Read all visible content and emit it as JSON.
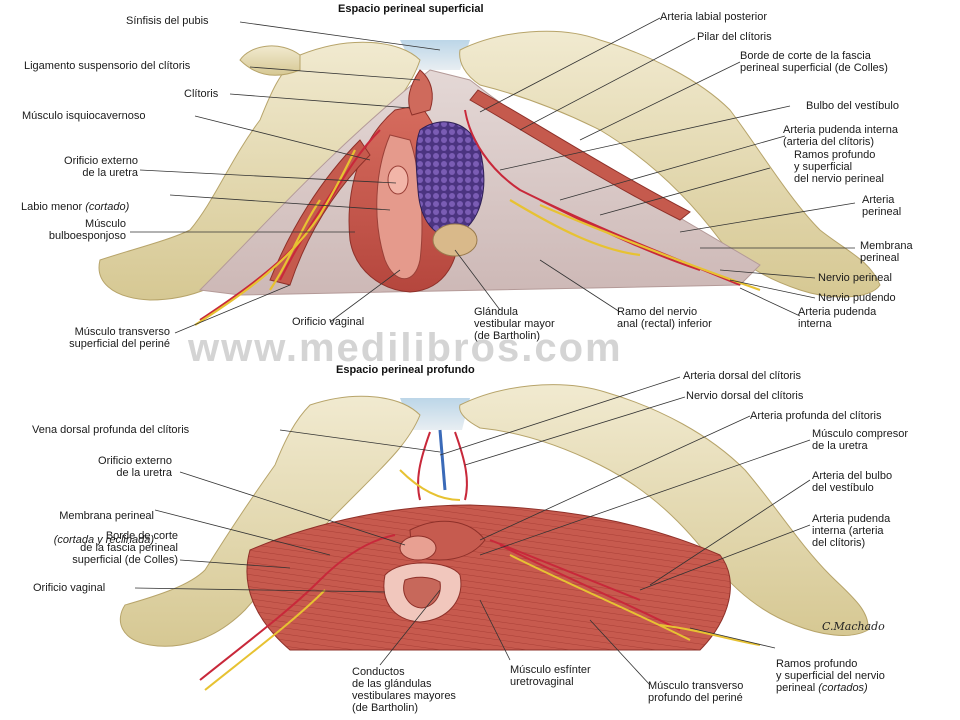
{
  "panels": {
    "top": {
      "title": "Espacio perineal superficial"
    },
    "bottom": {
      "title": "Espacio perineal profundo"
    }
  },
  "watermark": "www.medilibros.com",
  "signature": "C.Machado",
  "top_labels": {
    "sinfisis": "Sínfisis del pubis",
    "ligamento": "Ligamento suspensorio del clítoris",
    "clitoris": "Clítoris",
    "isquiocavernoso": "Músculo isquiocavernoso",
    "orificio_uretra": "Orificio externo\nde la uretra",
    "labio_menor_a": "Labio menor ",
    "labio_menor_b": "(cortado)",
    "bulboesponjoso": "Músculo\nbulboesponjoso",
    "transverso_sup": "Músculo transverso\nsuperficial del periné",
    "orificio_vaginal": "Orificio vaginal",
    "glandula": "Glándula\nvestibular mayor\n(de Bartholin)",
    "ramo_anal": "Ramo del nervio\nanal (rectal) inferior",
    "arteria_labial": "Arteria labial posterior",
    "pilar": "Pilar del clítoris",
    "borde_colles": "Borde de corte de la fascia\nperineal superficial (de Colles)",
    "bulbo": "Bulbo del vestíbulo",
    "pudenda_int": "Arteria pudenda interna\n(arteria del clítoris)",
    "ramos_perineal": "Ramos profundo\ny superficial\ndel nervio perineal",
    "arteria_perineal": "Arteria\nperineal",
    "membrana": "Membrana\nperineal",
    "nervio_perineal": "Nervio perineal",
    "nervio_pudendo": "Nervio pudendo",
    "arteria_pudenda": "Arteria pudenda\ninterna"
  },
  "bottom_labels": {
    "vena_dorsal": "Vena dorsal profunda del clítoris",
    "orificio_uretra": "Orificio externo\nde la uretra",
    "membrana_a": "Membrana perineal",
    "membrana_b": "(cortada y reclinada)",
    "borde_colles": "Borde de corte\nde la fascia perineal\nsuperficial (de Colles)",
    "orificio_vaginal": "Orificio vaginal",
    "conductos": "Conductos\nde las glándulas\nvestibulares mayores\n(de Bartholin)",
    "esfinter": "Músculo esfínter\nuretrovaginal",
    "transverso_prof": "Músculo transverso\nprofundo del periné",
    "arteria_dorsal": "Arteria dorsal del clítoris",
    "nervio_dorsal": "Nervio dorsal del clítoris",
    "arteria_profunda": "Arteria profunda del clítoris",
    "compresor": "Músculo compresor\nde la uretra",
    "arteria_bulbo": "Arteria del bulbo\ndel vestíbulo",
    "pudenda_int": "Arteria pudenda\ninterna (arteria\ndel clítoris)",
    "ramos_a": "Ramos profundo\ny superficial del nervio\nperineal ",
    "ramos_b": "(cortados)"
  },
  "colors": {
    "bone": "#e6dcaf",
    "muscle": "#c4574c",
    "membrane": "#d8c9c9",
    "artery": "#c8283a",
    "nerve": "#e7c232",
    "vein": "#3a6ab8",
    "gland": "#5a3f8e"
  }
}
